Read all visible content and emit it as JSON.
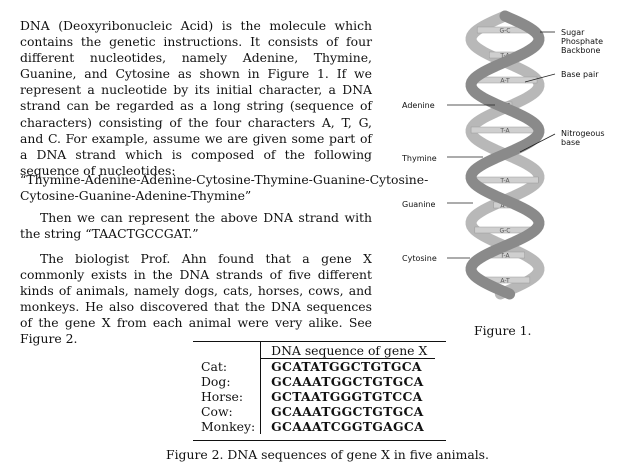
{
  "paragraphs": {
    "p1": "DNA (Deoxyribonucleic Acid) is the molecule which contains the genetic instructions. It consists of four different nucleotides, namely Adenine, Thymine, Guanine, and Cytosine as shown in Figure 1. If we represent a nucleotide by its initial character, a DNA strand can be regarded as a long string (sequence of characters) consisting of the four characters A, T, G, and C. For example, assume we are given some part of a DNA strand which is composed of the following sequence of nucleotides:",
    "quote": "“Thymine-Adenine-Adenine-Cytosine-Thymine-Guanine-Cytosine-Cytosine-Guanine-Adenine-Thymine”",
    "p2": "Then we can represent the above DNA strand with the string “TAACTGCCGAT.”",
    "p3": "The biologist Prof. Ahn found that a gene X commonly exists in the DNA strands of five different kinds of animals, namely dogs, cats, horses, cows, and monkeys. He also discovered that the DNA sequences of the gene X from each animal were very alike. See Figure 2."
  },
  "figure1": {
    "caption": "Figure 1.",
    "labels": {
      "sugar": "Sugar Phosphate Backbone",
      "base_pair": "Base pair",
      "nitrogeous": "Nitrogeous base",
      "adenine": "Adenine",
      "thymine": "Thymine",
      "guanine": "Guanine",
      "cytosine": "Cytosine"
    },
    "pair_labels": [
      "G-C",
      "T-A",
      "A-T",
      "G-C",
      "T-A",
      "G-C",
      "T-A",
      "A-T",
      "G-C",
      "T-A",
      "A-T"
    ]
  },
  "figure2": {
    "header": "DNA sequence of gene X",
    "rows": [
      {
        "animal": "Cat:",
        "sequence": "GCATATGGCTGTGCA"
      },
      {
        "animal": "Dog:",
        "sequence": "GCAAATGGCTGTGCA"
      },
      {
        "animal": "Horse:",
        "sequence": "GCTAATGGGTGTCCA"
      },
      {
        "animal": "Cow:",
        "sequence": "GCAAATGGCTGTGCA"
      },
      {
        "animal": "Monkey:",
        "sequence": "GCAAATCGGTGAGCA"
      }
    ],
    "caption": "Figure 2. DNA sequences of gene X in five animals."
  },
  "colors": {
    "backbone_front": "#8a8a8a",
    "backbone_back": "#b8b8b8",
    "rung": "#cfcfcf"
  }
}
